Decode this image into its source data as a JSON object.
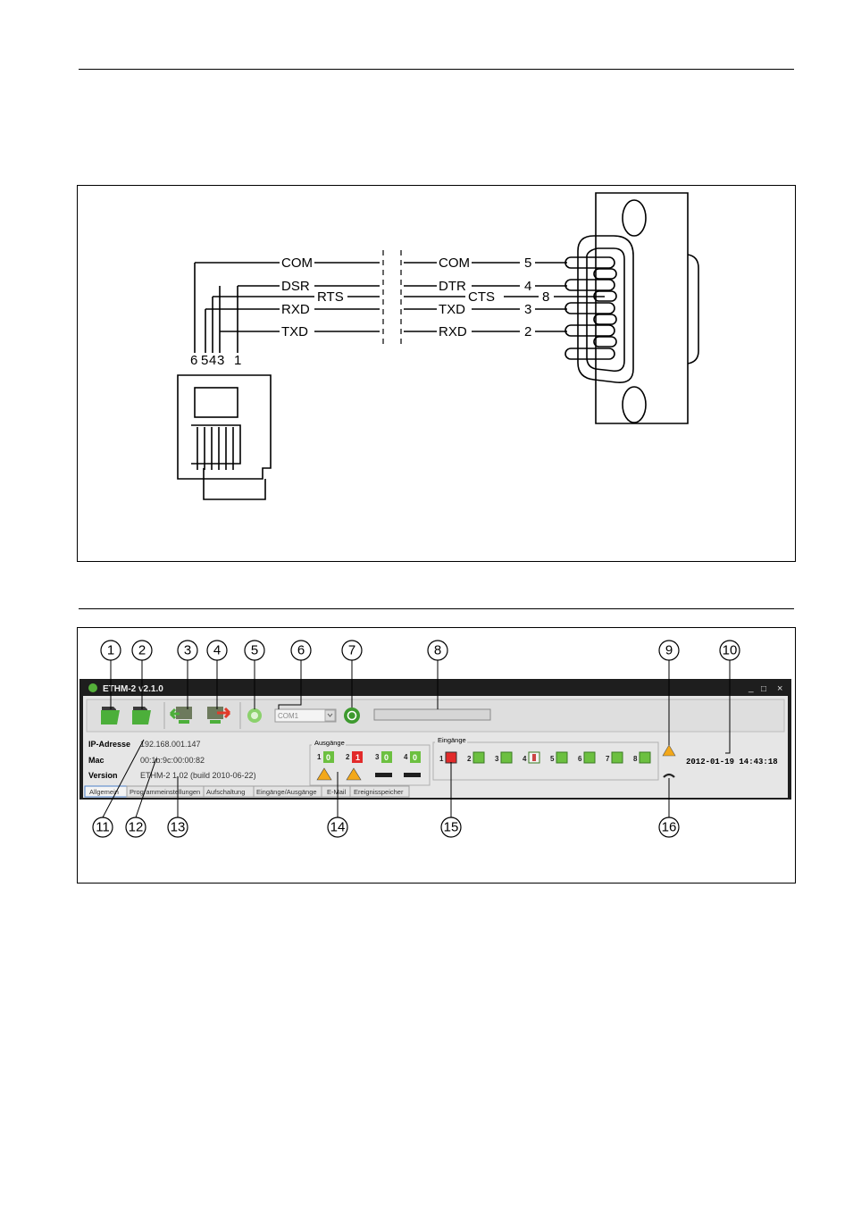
{
  "wiring": {
    "rj_pins": [
      "6",
      "5",
      "4",
      "3",
      "1"
    ],
    "left_signals": [
      "COM",
      "DSR",
      "RTS",
      "RXD",
      "TXD"
    ],
    "right_signals": [
      "COM",
      "DTR",
      "CTS",
      "TXD",
      "RXD"
    ],
    "db9_pins": [
      "5",
      "4",
      "8",
      "3",
      "2"
    ]
  },
  "app": {
    "title": "ETHM-2 v2.1.0",
    "com_port": "COM1",
    "info_labels": [
      "IP-Adresse",
      "Mac",
      "Version"
    ],
    "info_values": [
      "192.168.001.147",
      "00:1b:9c:00:00:82",
      "ETHM-2 1.02  (build 2010-06-22)"
    ],
    "outputs_label": "Ausgänge",
    "outputs": [
      {
        "num": "1",
        "state": "0"
      },
      {
        "num": "2",
        "state": "1"
      },
      {
        "num": "3",
        "state": "0"
      },
      {
        "num": "4",
        "state": "0"
      }
    ],
    "inputs_label": "Eingänge",
    "inputs": [
      "1",
      "2",
      "3",
      "4",
      "5",
      "6",
      "7",
      "8"
    ],
    "datetime": "2012-01-19  14:43:18",
    "tabs": [
      "Allgemein",
      "Programmeinstellungen",
      "Aufschaltung",
      "Eingänge/Ausgänge",
      "E-Mail",
      "Ereignisspeicher"
    ],
    "win_controls": [
      "_",
      "□",
      "×"
    ]
  },
  "callouts": [
    "1",
    "2",
    "3",
    "4",
    "5",
    "6",
    "7",
    "8",
    "9",
    "10",
    "11",
    "12",
    "13",
    "14",
    "15",
    "16"
  ]
}
